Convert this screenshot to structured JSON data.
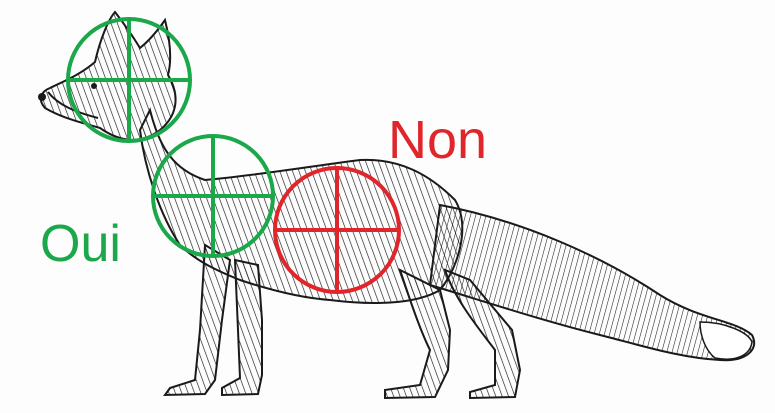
{
  "labels": {
    "yes": "Oui",
    "no": "Non"
  },
  "colors": {
    "yes": "#1aa84a",
    "no": "#e0252b",
    "ink": "#1a1a1a"
  },
  "targets": [
    {
      "region": "head",
      "verdict": "yes"
    },
    {
      "region": "chest",
      "verdict": "yes"
    },
    {
      "region": "belly",
      "verdict": "no"
    }
  ],
  "icons": {
    "target": "crosshair-icon",
    "subject": "fox-illustration"
  }
}
